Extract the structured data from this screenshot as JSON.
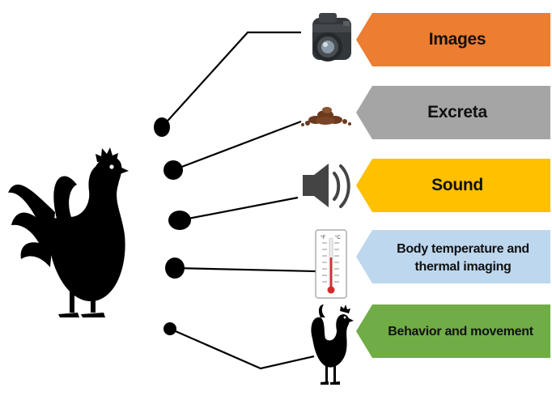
{
  "categories": [
    {
      "label": "Images",
      "color": "#ED7D31",
      "icon": "camera-icon"
    },
    {
      "label": "Excreta",
      "color": "#A5A5A5",
      "icon": "excreta-pile-icon"
    },
    {
      "label": "Sound",
      "color": "#FFC000",
      "icon": "speaker-icon"
    },
    {
      "label": "Body temperature and thermal imaging",
      "color": "#BDD7EE",
      "icon": "thermometer-icon"
    },
    {
      "label": "Behavior and movement",
      "color": "#70AD47",
      "icon": "rooster-walking-icon"
    }
  ],
  "thermometer": {
    "unit_f": "°F",
    "unit_c": "°C"
  },
  "subject": {
    "icon": "rooster-icon",
    "color": "#000000"
  }
}
